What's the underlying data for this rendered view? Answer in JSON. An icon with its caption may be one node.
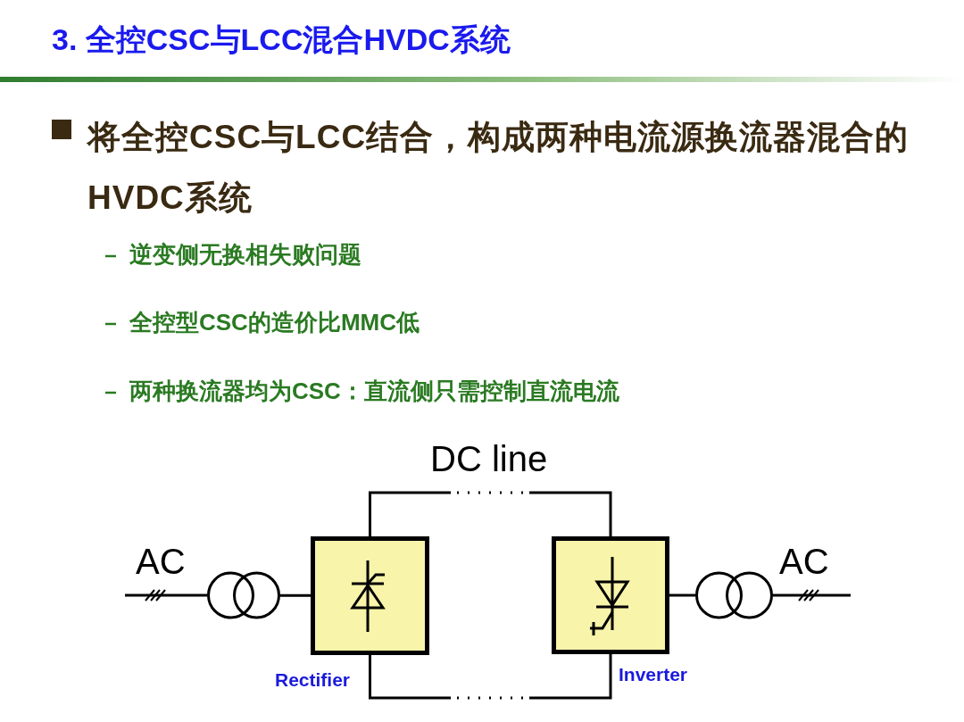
{
  "diagram": {
    "title": "3. 全控CSC与LCC混合HVDC系统",
    "nodes": [
      {
        "text": [],
        "shape": "box",
        "beside": [
          "Rectifier"
        ]
      },
      {
        "text": [],
        "shape": "box",
        "beside": [
          "Inverter"
        ]
      },
      {
        "text": [],
        "shape": "transformer"
      },
      {
        "text": [],
        "shape": "transformer"
      }
    ],
    "edges": [
      {
        "from": null,
        "to": 2,
        "arrow": "none",
        "label": "AC"
      },
      {
        "from": 2,
        "to": 0,
        "arrow": "none"
      },
      {
        "from": 0,
        "to": 1,
        "arrow": "none",
        "label": "DC line",
        "style": "dashed"
      },
      {
        "from": 0,
        "to": 1,
        "arrow": "none",
        "style": "dashed"
      },
      {
        "from": 1,
        "to": 3,
        "arrow": "none"
      },
      {
        "from": 3,
        "to": null,
        "arrow": "none",
        "label": "AC"
      }
    ],
    "labels": [
      "将全控CSC与LCC结合，构成两种电流源换流器混合的HVDC系统",
      "逆变侧无换相失败问题",
      "全控型CSC的造价比MMC低",
      "两种换流器均为CSC：直流侧只需控制直流电流"
    ]
  }
}
